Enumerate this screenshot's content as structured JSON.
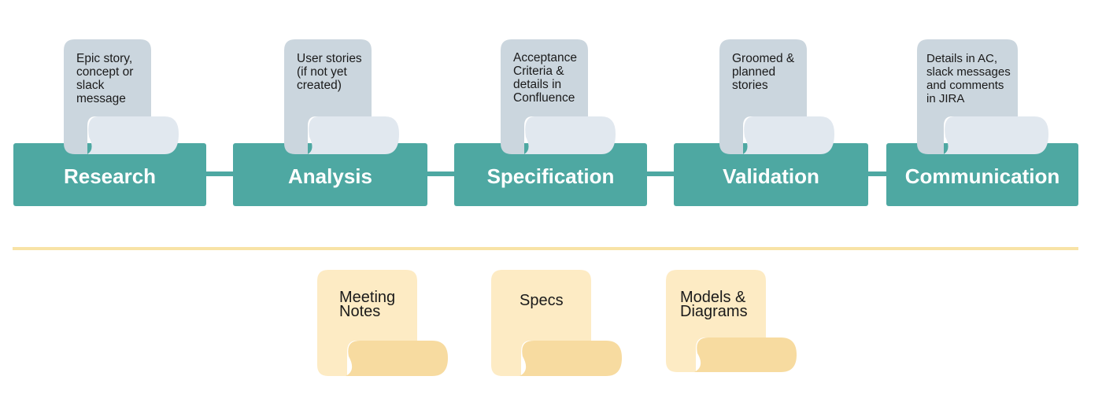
{
  "colors": {
    "stage_fill": "#4ea8a2",
    "stage_text": "#ffffff",
    "doc_back": "#cbd6de",
    "doc_front": "#e1e8ef",
    "scroll_back": "#fdebc4",
    "scroll_front": "#f7dba0",
    "divider": "#f8e3a6"
  },
  "stages": [
    {
      "label": "Research",
      "note": "Epic story,\nconcept or\nslack\nmessage"
    },
    {
      "label": "Analysis",
      "note": "User stories\n(if not yet\ncreated)"
    },
    {
      "label": "Specification",
      "note": "Acceptance\nCriteria &\ndetails in\nConfluence"
    },
    {
      "label": "Validation",
      "note": "Groomed &\nplanned\nstories"
    },
    {
      "label": "Communication",
      "note": "Details in AC,\nslack messages\nand comments\nin JIRA"
    }
  ],
  "artifacts": [
    {
      "label": "Meeting\nNotes"
    },
    {
      "label": "Specs"
    },
    {
      "label": "Models &\nDiagrams"
    }
  ]
}
